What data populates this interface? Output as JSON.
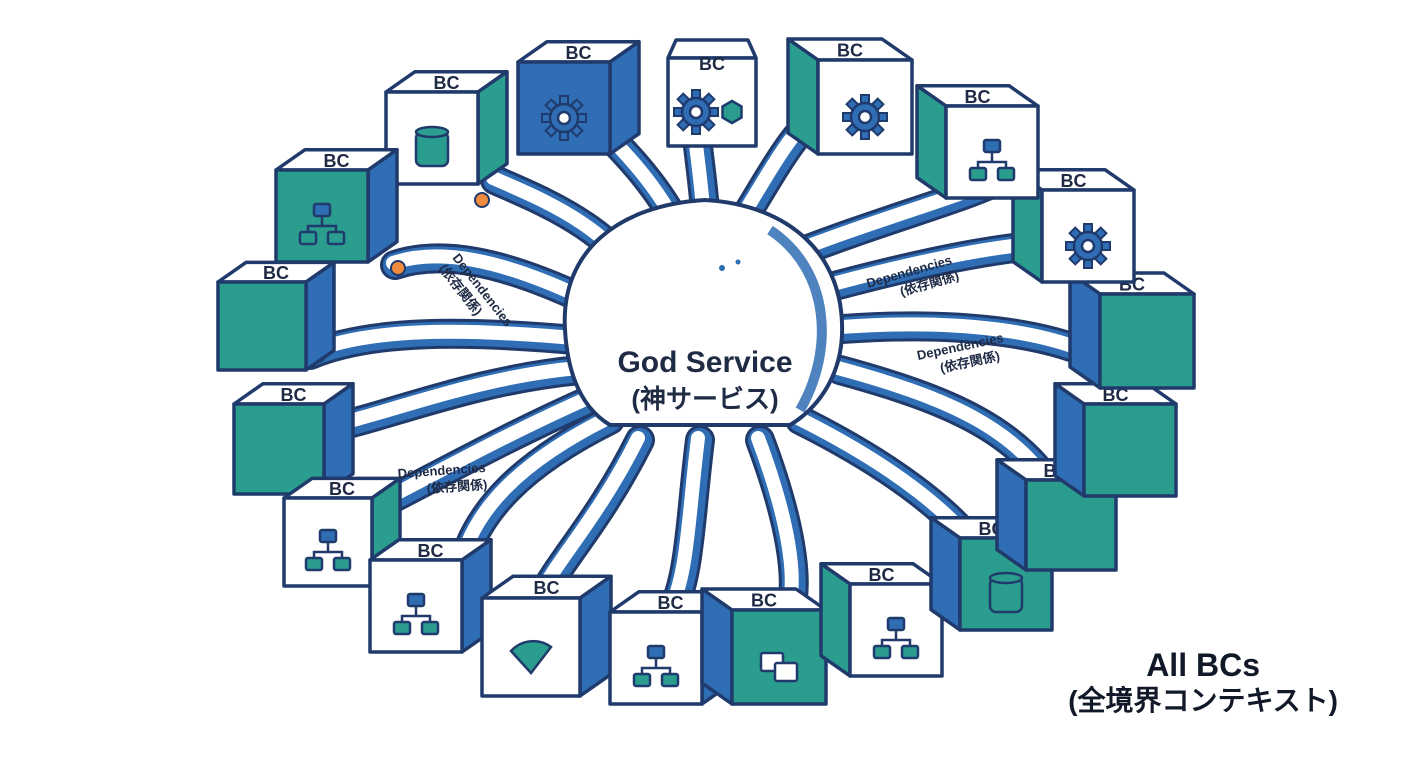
{
  "center": {
    "title": "God Service",
    "subtitle": "(神サービス)"
  },
  "bc_label": "BC",
  "dependency": {
    "line1": "Dependencies",
    "line2": "(依存関係)"
  },
  "legend": {
    "title": "All BCs",
    "subtitle": "(全境界コンテキスト)"
  },
  "colors": {
    "outline": "#1f3a6b",
    "blue": "#2f6db5",
    "teal": "#2a9d8f",
    "orange": "#f08a3c",
    "white": "#ffffff"
  },
  "icons": [
    "gear-icon",
    "database-icon",
    "hierarchy-icon",
    "hexagon-icon",
    "document-icon",
    "fan-icon"
  ]
}
